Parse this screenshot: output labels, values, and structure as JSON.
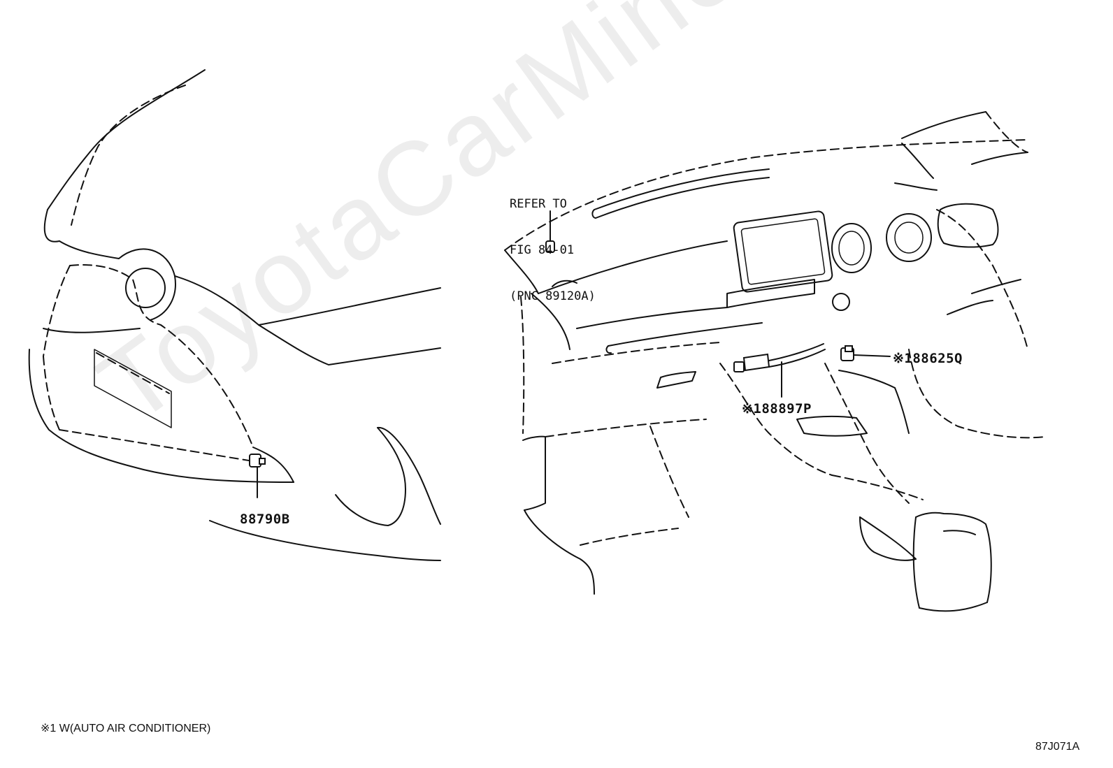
{
  "callouts": {
    "rear_part": "88790B",
    "duct_part": "※188897P",
    "sensor_part": "※188625Q",
    "refer_line1": "REFER TO",
    "refer_line2": "FIG 84-01",
    "refer_line3": "(PNC 89120A)"
  },
  "footnote": "※1 W(AUTO AIR CONDITIONER)",
  "figure_code": "87J071A",
  "watermark": "ToyotaCarMine.ru"
}
